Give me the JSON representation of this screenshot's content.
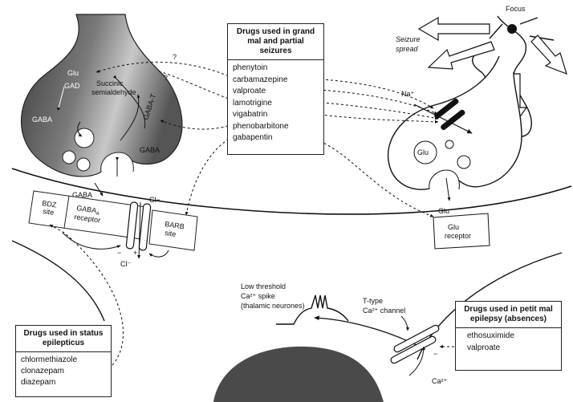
{
  "top_right": {
    "focus_label": "Focus",
    "seizure_spread_label_line1": "Seizure",
    "seizure_spread_label_line2": "spread"
  },
  "gaba_neuron": {
    "glu_label": "Glu",
    "gad_label": "GAD",
    "succinic_line1": "Succinic",
    "succinic_line2": "semialdehyde",
    "gaba_t_label": "GABA-T",
    "gaba_top_label": "GABA",
    "gaba_mid_label": "GABA",
    "gaba_release_label": "GABA",
    "unknown_mark_1": "?",
    "unknown_mark_2": "?"
  },
  "gaba_receptor": {
    "bdz_site_line1": "BDZ",
    "bdz_site_line2": "site",
    "receptor_line1": "GABA",
    "receptor_subscript": "A",
    "receptor_line2": "receptor",
    "barb_site_line1": "BARB",
    "barb_site_line2": "site",
    "chloride_top": "Cl−",
    "chloride_bottom": "Cl⁻"
  },
  "glu_neuron": {
    "sodium_label": "Na⁺",
    "glu_vesicle_label": "Glu",
    "glu_release_label": "Glu",
    "glu_receptor_line1": "Glu",
    "glu_receptor_line2": "receptor"
  },
  "thalamic": {
    "spike_line1": "Low threshold",
    "spike_line2": "Ca²⁺ spike",
    "spike_line3": "(thalamic neurones)",
    "ttype_line1": "T-type",
    "ttype_line2": "Ca²⁺ channel",
    "calcium_label": "Ca²⁺"
  },
  "grand_mal_box": {
    "heading": "Drugs used in grand mal and partial seizures",
    "drugs": [
      "phenytoin",
      "carbamazepine",
      "valproate",
      "lamotrigine",
      "vigabatrin",
      "phenobarbitone",
      "gabapentin"
    ]
  },
  "status_box": {
    "heading": "Drugs used in status epilepticus",
    "drugs": [
      "chlormethiazole",
      "clonazepam",
      "diazepam"
    ]
  },
  "petit_mal_box": {
    "heading": "Drugs used in petit mal epilepsy (absences)",
    "drugs": [
      "ethosuximide",
      "valproate"
    ]
  }
}
